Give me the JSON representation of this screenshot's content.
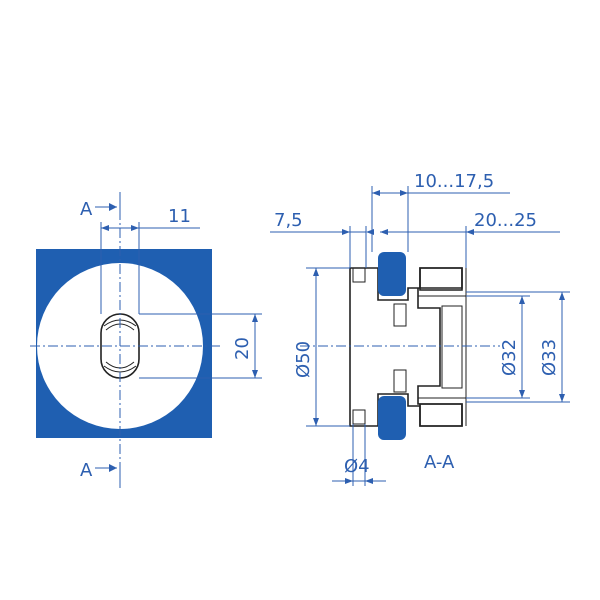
{
  "drawing": {
    "colors": {
      "blue_fill": "#1f5fb1",
      "dimension": "#2d5fb0",
      "outline": "#222222",
      "hatch": "#666666",
      "background": "#ffffff"
    },
    "front_view": {
      "section_marker_top": "A",
      "section_marker_bottom": "A",
      "dim_width": "11",
      "dim_height": "20"
    },
    "section_view": {
      "dim_top": "10...17,5",
      "dim_left": "7,5",
      "dim_right": "20...25",
      "dim_diameter_outer": "Ø50",
      "dim_diameter_inner1": "Ø32",
      "dim_diameter_inner2": "Ø33",
      "dim_bottom": "Ø4",
      "section_label": "A-A"
    }
  }
}
